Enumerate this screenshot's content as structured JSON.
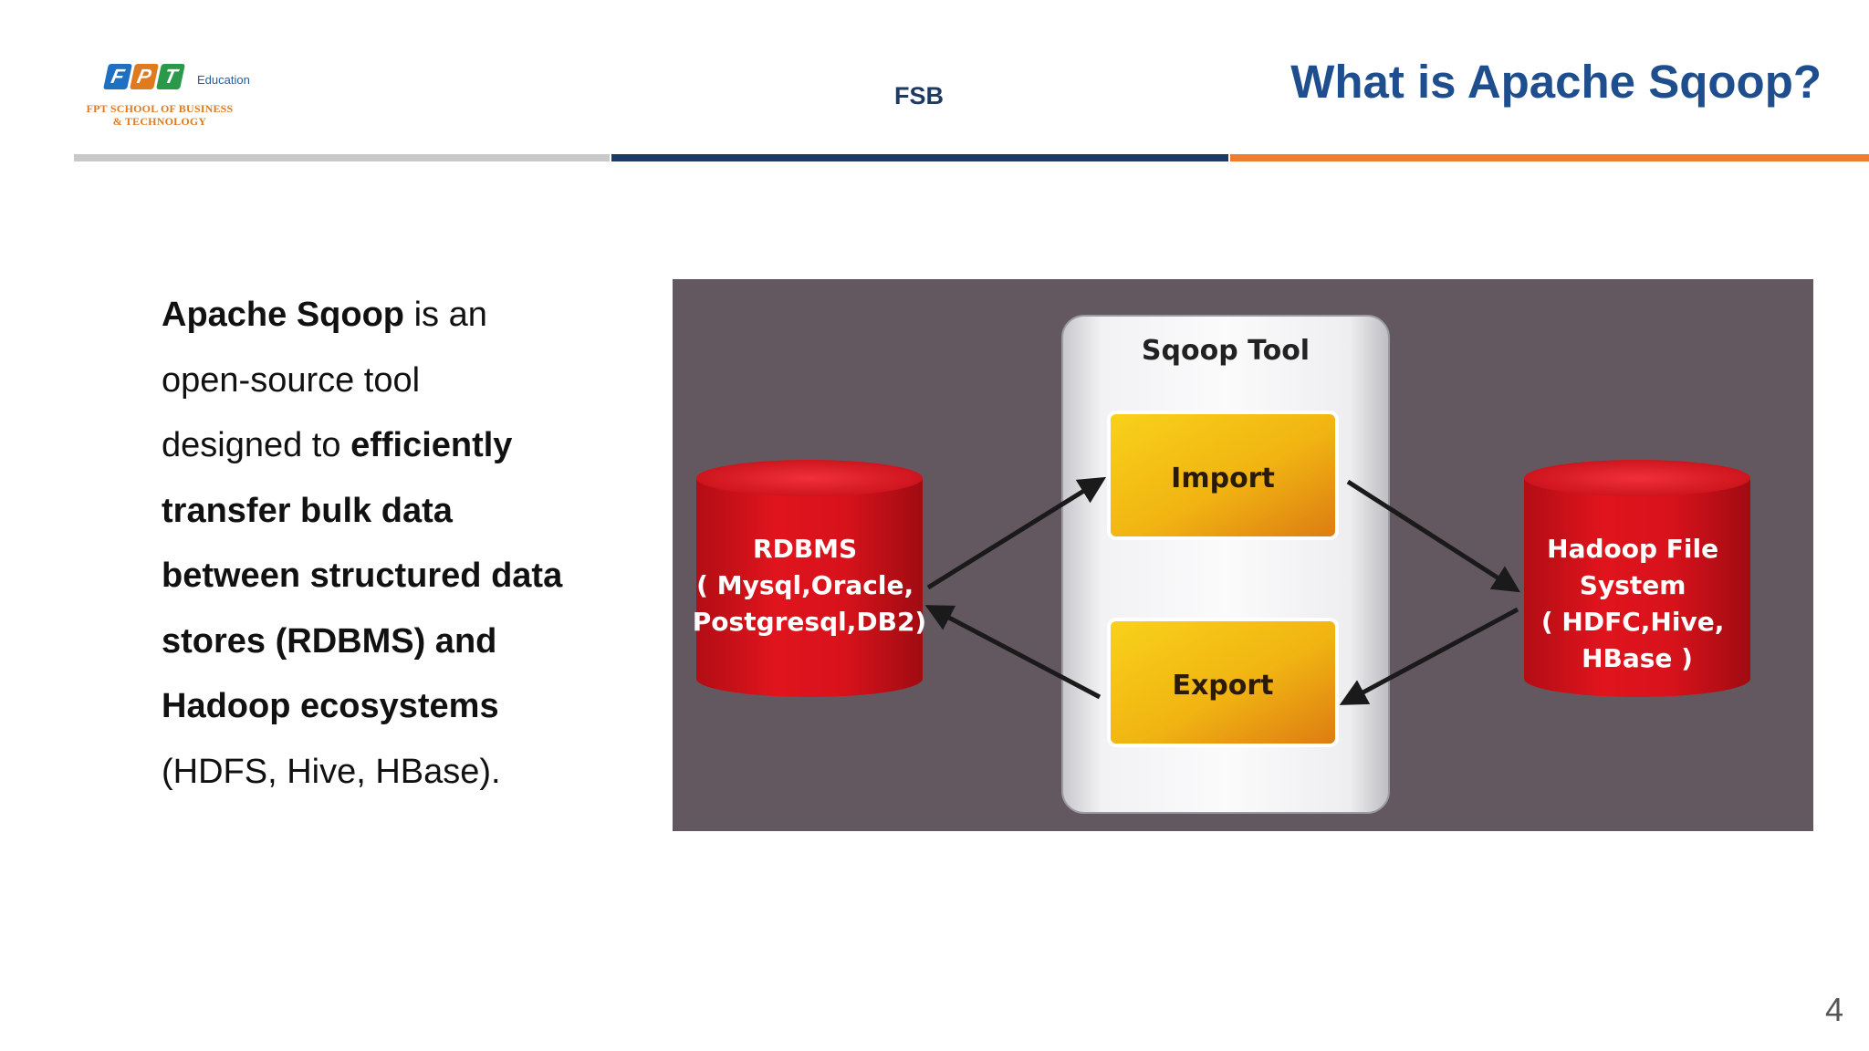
{
  "header": {
    "logo": {
      "tiles": [
        "F",
        "P",
        "T"
      ],
      "tile_colors": [
        "#1f6fc2",
        "#e07a1f",
        "#2a9a4a"
      ],
      "education": "Education",
      "school_line1": "FPT SCHOOL OF BUSINESS",
      "school_line2": "& TECHNOLOGY"
    },
    "center_label": "FSB",
    "title": "What is Apache Sqoop?"
  },
  "rule_colors": {
    "gray": "#c9c9c9",
    "navy": "#1f3a60",
    "orange": "#ef7d2c"
  },
  "body": {
    "segments": [
      {
        "text": "Apache Sqoop",
        "bold": true
      },
      {
        "text": " is an open-source tool designed to ",
        "bold": false
      },
      {
        "text": "efficiently transfer bulk data between structured data stores (RDBMS) and Hadoop ecosystems",
        "bold": true
      },
      {
        "text": " (HDFS, Hive, HBase).",
        "bold": false
      }
    ]
  },
  "diagram": {
    "background": "#645860",
    "tool_title": "Sqoop Tool",
    "import_label": "Import",
    "export_label": "Export",
    "left_db": {
      "lines": [
        "RDBMS",
        "( Mysql,Oracle,",
        "Postgresql,DB2)"
      ],
      "color": "#d8121b"
    },
    "right_db": {
      "lines": [
        "Hadoop File",
        "System",
        "( HDFC,Hive,",
        "HBase )"
      ],
      "color": "#d8121b"
    }
  },
  "page_number": "4"
}
